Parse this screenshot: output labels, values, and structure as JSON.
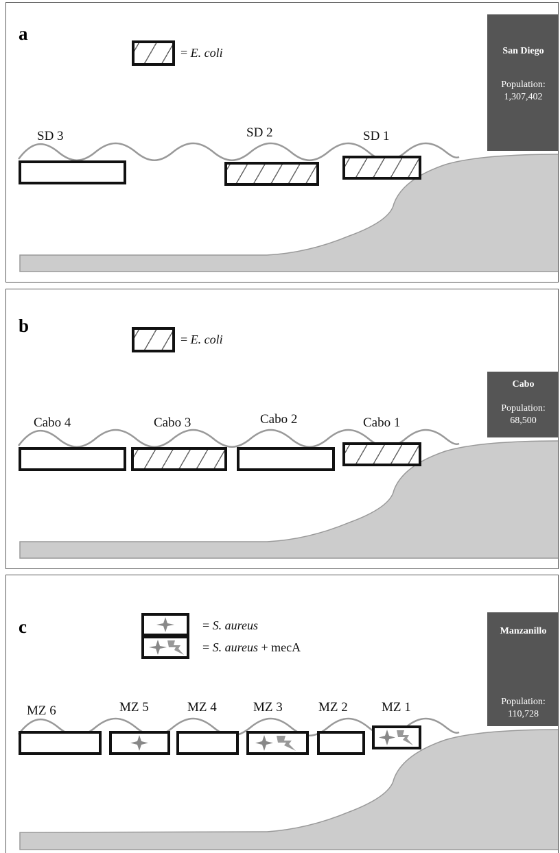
{
  "panel_a": {
    "label": "a",
    "legend": {
      "eq": "= ",
      "organism": "E. coli"
    },
    "city": {
      "name": "San Diego",
      "pop_label": "Population:",
      "pop_value": "1,307,402"
    },
    "sites": [
      {
        "name": "SD 3",
        "ecoli": false
      },
      {
        "name": "SD 2",
        "ecoli": true
      },
      {
        "name": "SD 1",
        "ecoli": true
      }
    ]
  },
  "panel_b": {
    "label": "b",
    "legend": {
      "eq": "= ",
      "organism": "E. coli"
    },
    "city": {
      "name": "Cabo",
      "pop_label": "Population:",
      "pop_value": "68,500"
    },
    "sites": [
      {
        "name": "Cabo 4",
        "ecoli": false
      },
      {
        "name": "Cabo 3",
        "ecoli": true
      },
      {
        "name": "Cabo 2",
        "ecoli": false
      },
      {
        "name": "Cabo 1",
        "ecoli": true
      }
    ]
  },
  "panel_c": {
    "label": "c",
    "legend": {
      "eq1": "= ",
      "organism": "S. aureus",
      "eq2": "= ",
      "organism2": "S. aureus",
      "plus_gene": " + mecA"
    },
    "city": {
      "name": "Manzanillo",
      "pop_label": "Population:",
      "pop_value": "110,728"
    },
    "sites": [
      {
        "name": "MZ 6",
        "s_aureus": false,
        "meca": false
      },
      {
        "name": "MZ 5",
        "s_aureus": true,
        "meca": false
      },
      {
        "name": "MZ 4",
        "s_aureus": false,
        "meca": false
      },
      {
        "name": "MZ 3",
        "s_aureus": true,
        "meca": true
      },
      {
        "name": "MZ 2",
        "s_aureus": false,
        "meca": false
      },
      {
        "name": "MZ 1",
        "s_aureus": true,
        "meca": true
      }
    ]
  },
  "icons": {
    "star": "sparkle-star-icon",
    "bolt": "lightning-bolt-icon"
  },
  "colors": {
    "city_box": "#555555",
    "land": "#cccccc",
    "wave": "#999999",
    "box_border": "#111111"
  }
}
